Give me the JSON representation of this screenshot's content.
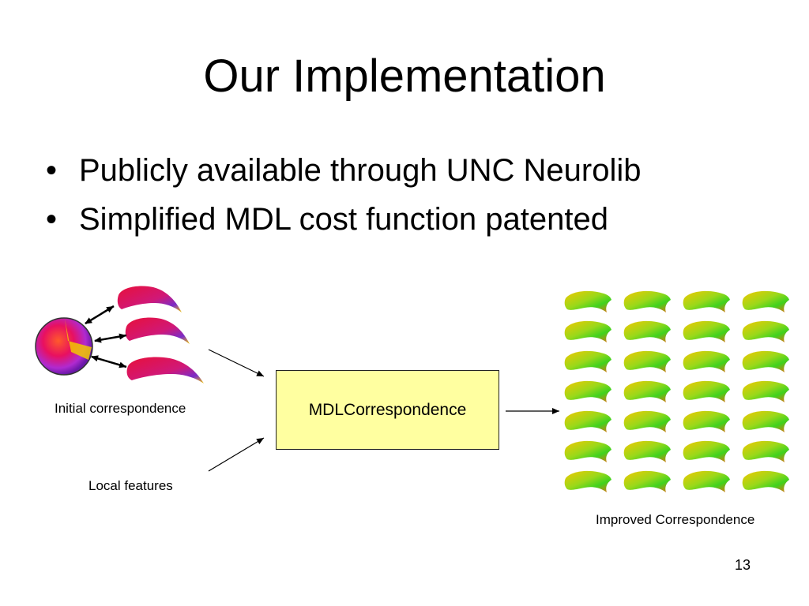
{
  "slide": {
    "title": "Our Implementation",
    "bullets": [
      "Publicly available through UNC Neurolib",
      "Simplified MDL cost function patented"
    ],
    "bullet_glyph": "•",
    "page_number": "13"
  },
  "diagram": {
    "input_labels": {
      "initial": "Initial correspondence",
      "local": "Local features"
    },
    "process_label": "MDLCorrespondence",
    "output_label": "Improved Correspondence",
    "output_grid": {
      "rows": 7,
      "cols": 4
    },
    "colors": {
      "box_fill": "#ffffa0",
      "shape_red": "#e8103a",
      "shape_purple": "#7a2cc8",
      "shape_yellow": "#f2c800",
      "shape_green": "#3fd21e",
      "shape_orange": "#f26a10"
    }
  }
}
